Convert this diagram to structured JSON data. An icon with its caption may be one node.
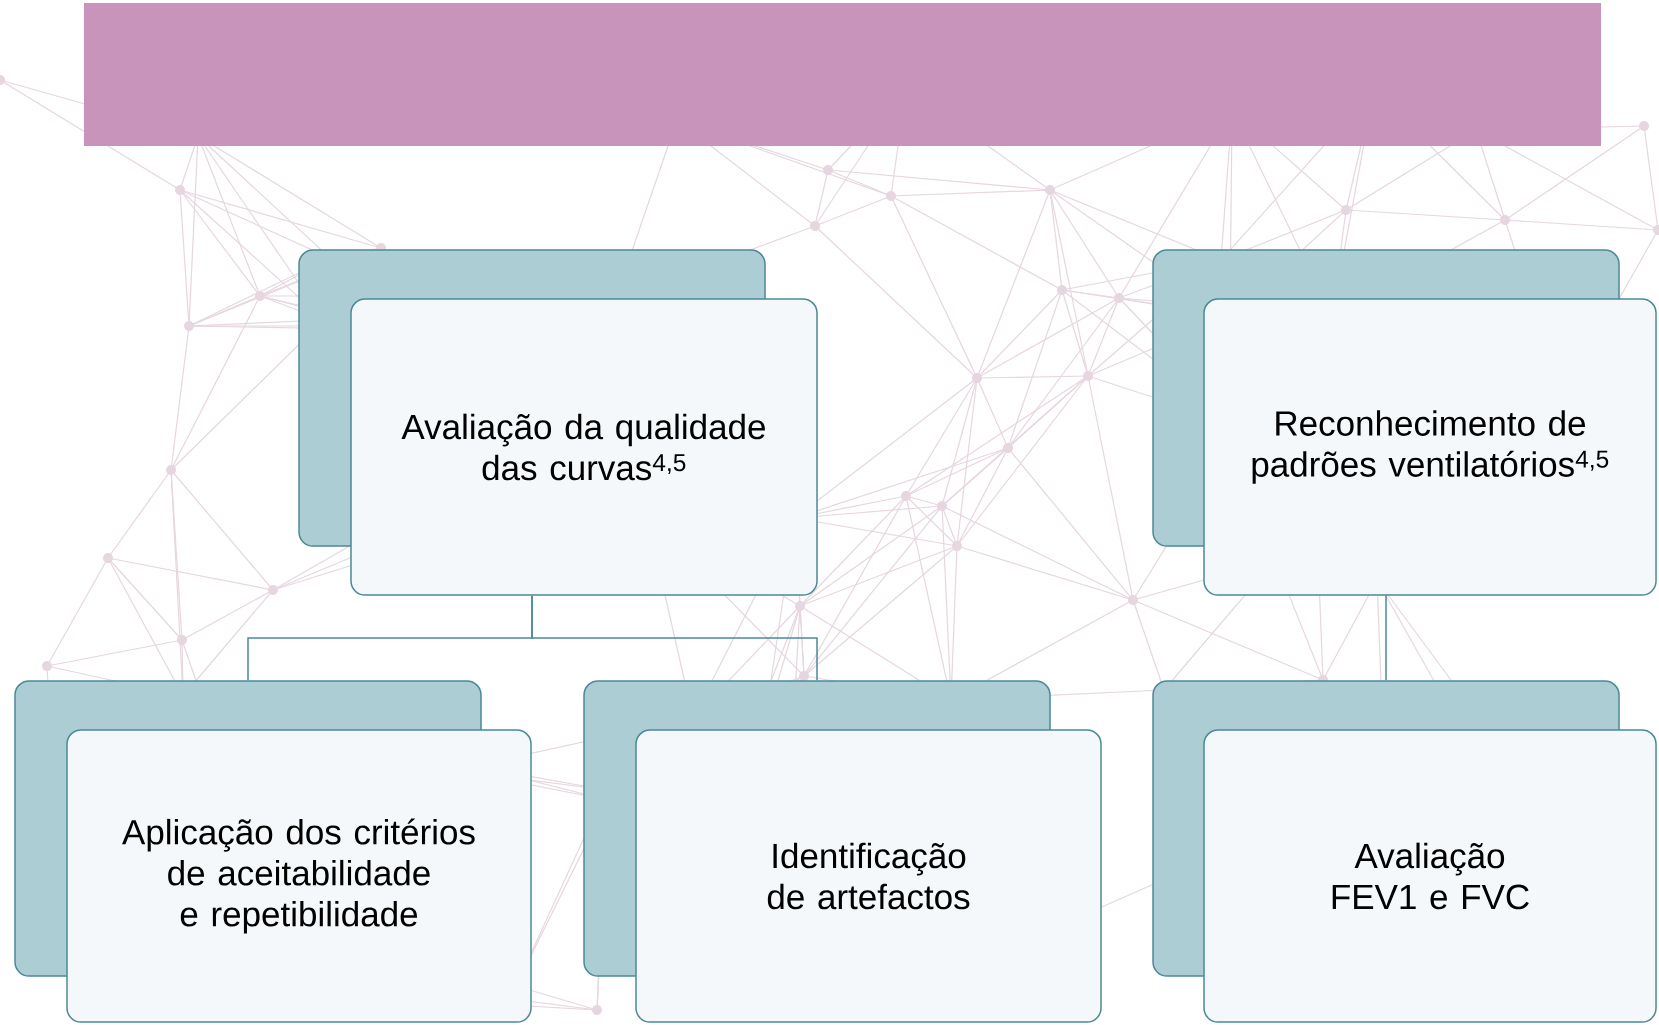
{
  "diagram": {
    "nodes": [
      {
        "text": [
          "Avaliação da qualidade das curvas$^{4,5}$"
        ]
      },
      {
        "text": [
          "Reconhecimento de padrões ventilatórios$^{4,5}$"
        ]
      },
      {
        "text": [
          "Aplicação dos critérios de aceitabilidade e repetibilidade"
        ]
      },
      {
        "text": [
          "Identificação de artefactos"
        ]
      },
      {
        "text": [
          "Avaliação FEV1 e FVC"
        ]
      }
    ],
    "edges": [
      {
        "from": 0,
        "to": 2,
        "arrow": "none"
      },
      {
        "from": 0,
        "to": 3,
        "arrow": "none"
      },
      {
        "from": 1,
        "to": 4,
        "arrow": "none"
      }
    ]
  }
}
